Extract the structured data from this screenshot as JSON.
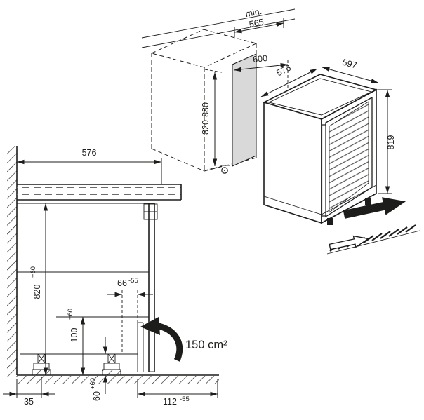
{
  "colors": {
    "line": "#1d1d1b",
    "panel": "#d9d9d9",
    "background": "#ffffff"
  },
  "iso": {
    "min_label": "min.",
    "min_value": "565",
    "niche_width": "600",
    "niche_height": "820-880",
    "appliance_width": "597",
    "appliance_depth": "576",
    "appliance_height": "819"
  },
  "section": {
    "depth": "576",
    "niche_height": "820",
    "niche_height_tol": "+60",
    "plinth_height": "100",
    "plinth_height_tol": "+60",
    "vent_offset": "66",
    "vent_offset_tol": "-55",
    "vent_area": "150 cm²",
    "wall_gap": "35",
    "foot_height": "60",
    "foot_height_tol": "+60",
    "vent_width": "112",
    "vent_width_tol": "-55"
  }
}
